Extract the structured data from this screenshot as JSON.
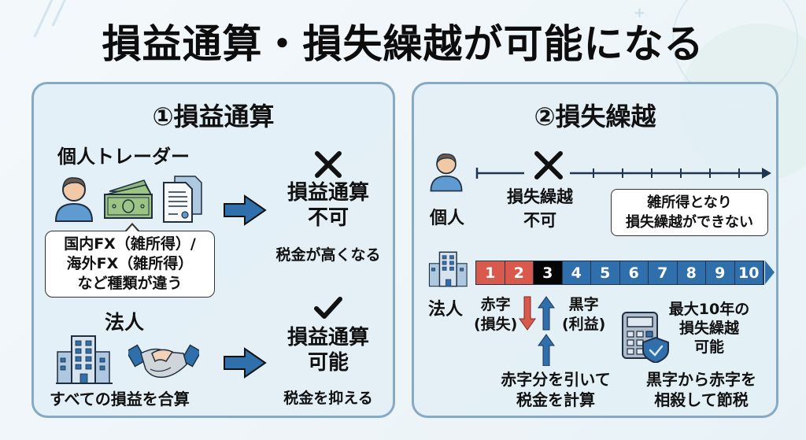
{
  "title": "損益通算・損失繰越が可能になる",
  "colors": {
    "panel_border": "#86aac4",
    "arrow_blue": "#2f6fab",
    "loss_red": "#d95a4c",
    "current_black": "#050505"
  },
  "left_panel": {
    "title": "①損益通算",
    "individual": {
      "label": "個人トレーダー",
      "icons": [
        "person-icon",
        "money-icon",
        "document-icon"
      ],
      "bubble_lines": [
        "国内FX（雑所得）/",
        "海外FX（雑所得）",
        "など種類が違う"
      ],
      "result_mark": "cross-icon",
      "result_lines": [
        "損益通算",
        "不可"
      ],
      "result_sub": "税金が高くなる"
    },
    "corporation": {
      "label": "法人",
      "icons": [
        "building-icon",
        "handshake-icon"
      ],
      "caption": "すべての損益を合算",
      "result_mark": "check-icon",
      "result_lines": [
        "損益通算",
        "可能"
      ],
      "result_sub": "税金を抑える"
    }
  },
  "right_panel": {
    "title": "②損失繰越",
    "individual": {
      "label": "個人",
      "result_lines": [
        "損失繰越",
        "不可"
      ],
      "note_lines": [
        "雑所得となり",
        "損失繰越ができない"
      ]
    },
    "corporation": {
      "label": "法人",
      "years": [
        {
          "n": "1",
          "kind": "loss"
        },
        {
          "n": "2",
          "kind": "loss"
        },
        {
          "n": "3",
          "kind": "current"
        },
        {
          "n": "4",
          "kind": "profit"
        },
        {
          "n": "5",
          "kind": "profit"
        },
        {
          "n": "6",
          "kind": "profit"
        },
        {
          "n": "7",
          "kind": "profit"
        },
        {
          "n": "8",
          "kind": "profit"
        },
        {
          "n": "9",
          "kind": "profit"
        },
        {
          "n": "10",
          "kind": "profit"
        }
      ],
      "loss_lines": [
        "赤字",
        "(損失)"
      ],
      "profit_lines": [
        "黒字",
        "(利益)"
      ],
      "calc_lines": [
        "赤字分を引いて",
        "税金を計算"
      ],
      "max_lines": [
        "最大10年の",
        "損失繰越",
        "可能"
      ],
      "offset_lines": [
        "黒字から赤字を",
        "相殺して節税"
      ]
    }
  }
}
